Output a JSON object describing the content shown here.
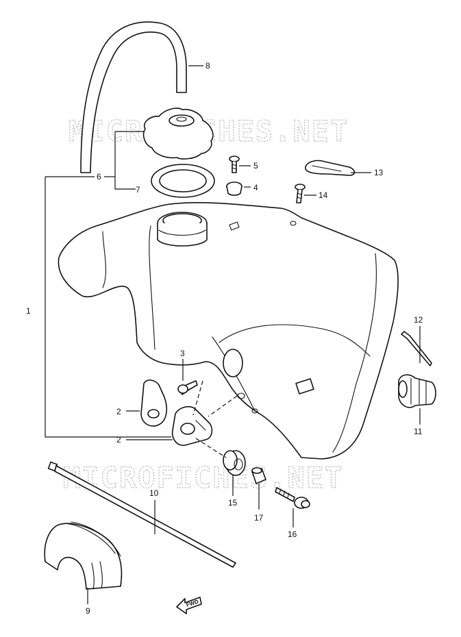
{
  "watermark": "MICROFICHES.NET",
  "forward_label": "FWD",
  "callouts": {
    "c1": "1",
    "c2a": "2",
    "c2b": "2",
    "c3": "3",
    "c4": "4",
    "c5": "5",
    "c6": "6",
    "c7": "7",
    "c8": "8",
    "c9": "9",
    "c10": "10",
    "c11": "11",
    "c12": "12",
    "c13": "13",
    "c14": "14",
    "c15": "15",
    "c16": "16",
    "c17": "17"
  },
  "colors": {
    "ink": "#111111",
    "watermark": "#9a9a9a",
    "background": "#ffffff"
  }
}
